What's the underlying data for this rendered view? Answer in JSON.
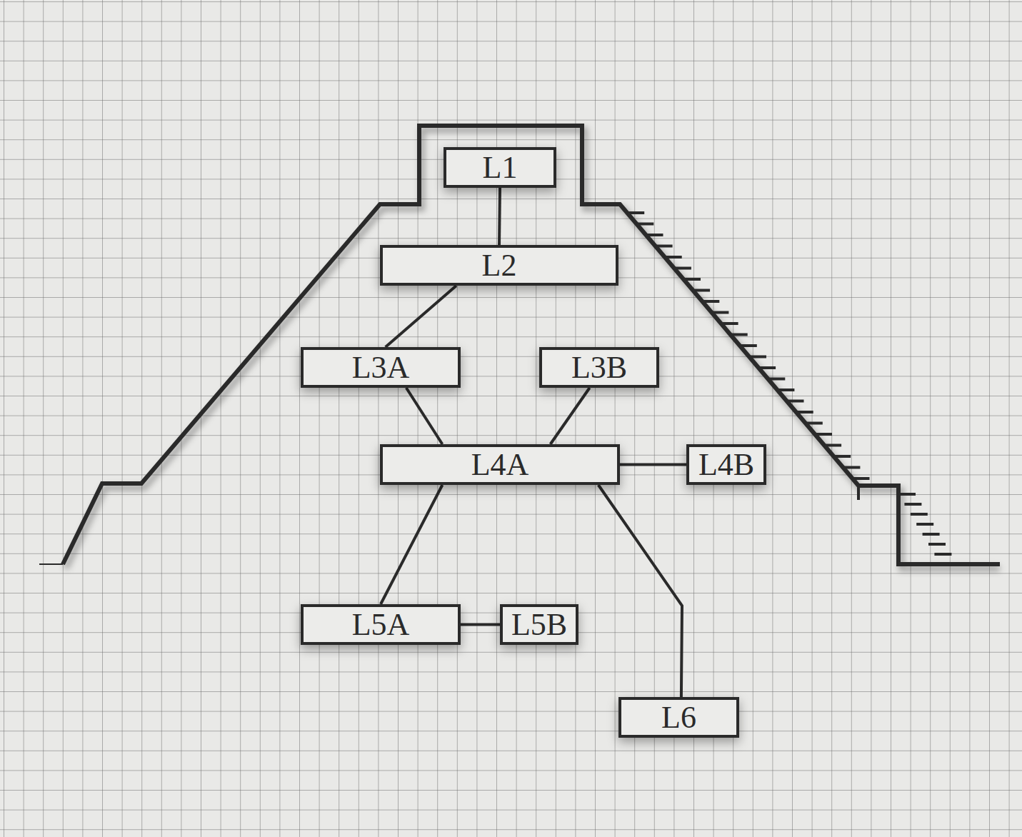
{
  "diagram": {
    "nodes": [
      {
        "text": [
          "L1"
        ]
      },
      {
        "text": [
          "L2"
        ]
      },
      {
        "text": [
          "L3A"
        ]
      },
      {
        "text": [
          "L3B"
        ]
      },
      {
        "text": [
          "L4A"
        ]
      },
      {
        "text": [
          "L4B"
        ]
      },
      {
        "text": [
          "L5A"
        ]
      },
      {
        "text": [
          "L5B"
        ]
      },
      {
        "text": [
          "L6"
        ]
      }
    ],
    "edges": [
      {
        "from": 0,
        "to": 1,
        "arrow": "none"
      },
      {
        "from": 1,
        "to": 2,
        "arrow": "none"
      },
      {
        "from": 2,
        "to": 4,
        "arrow": "none"
      },
      {
        "from": 3,
        "to": 4,
        "arrow": "none"
      },
      {
        "from": 4,
        "to": 5,
        "arrow": "none"
      },
      {
        "from": 4,
        "to": 6,
        "arrow": "none"
      },
      {
        "from": 6,
        "to": 7,
        "arrow": "none"
      },
      {
        "from": 4,
        "to": 8,
        "arrow": "none"
      }
    ]
  }
}
